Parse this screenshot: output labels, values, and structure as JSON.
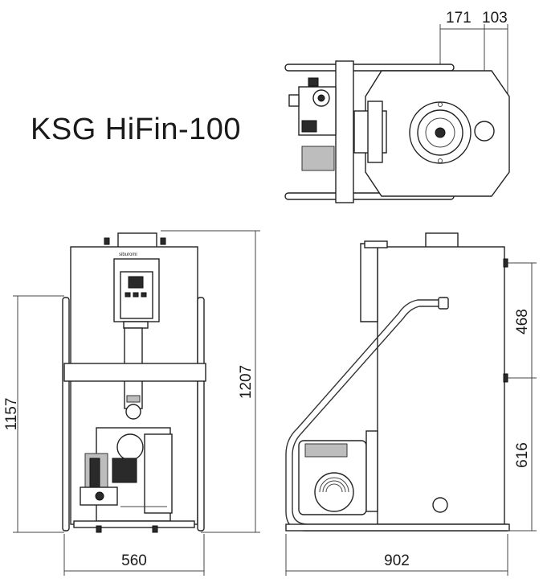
{
  "title": "KSG HiFin-100",
  "dimensions": {
    "top_offset_a": "171",
    "top_offset_b": "103",
    "height_inner": "1157",
    "height_outer": "1207",
    "width_front": "560",
    "depth_side": "902",
    "side_upper": "468",
    "side_lower": "616"
  },
  "logo_text": "siburomi"
}
